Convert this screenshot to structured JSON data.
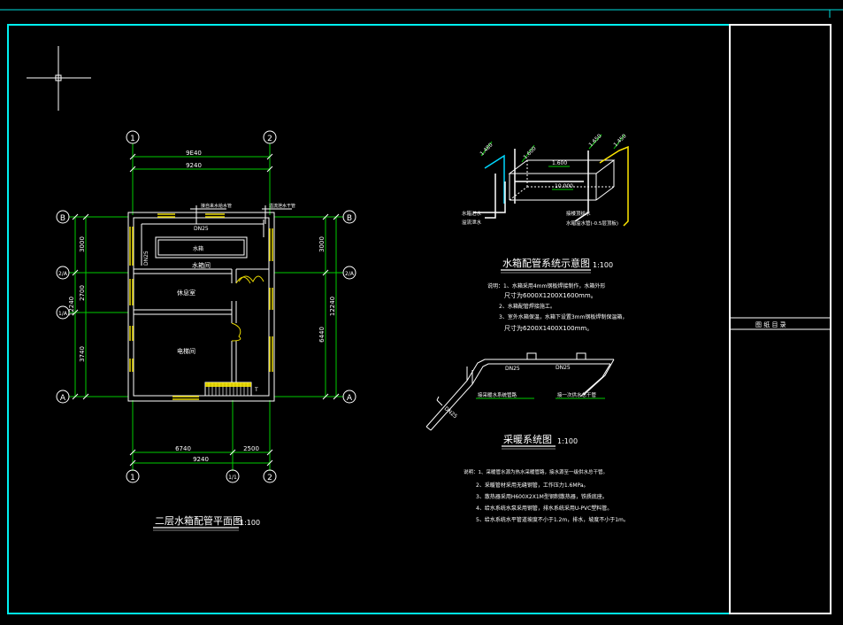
{
  "axis_bubbles": {
    "top_1": "1",
    "top_2": "2",
    "bottom_1": "1",
    "bottom_1_1": "1/1",
    "bottom_2": "2",
    "left_B": "B",
    "left_2A": "2/A",
    "left_1A": "1/A",
    "left_A": "A",
    "right_B": "B",
    "right_2A": "2/A",
    "right_A": "A"
  },
  "plan_dims": {
    "top_dim_1": "9E40",
    "top_dim_2": "9240",
    "bottom_dim_a": "6740",
    "bottom_dim_b": "2500",
    "bottom_dim_total": "9240",
    "left_dim_1": "3000",
    "left_dim_2": "2700",
    "left_dim_3": "3740",
    "left_dim_total": "12240",
    "right_dim_1": "3000",
    "right_dim_2": "6440",
    "right_dim_total": "12240"
  },
  "plan_labels": {
    "pipe_dn25": "DN25",
    "pipe_dn25_vertical": "DN25",
    "tank_text": "水箱",
    "tank_room": "水箱间",
    "lounge": "休息室",
    "elevator_room": "电梯间",
    "note_top_left": "接自来水给水管",
    "note_top_right": "溢流泄水干管",
    "stair_mark": "T"
  },
  "plan_title": "二层水箱配管平面图",
  "plan_scale": "1:100",
  "tank_system": {
    "title": "水箱配管系统示意图",
    "scale": "1:100",
    "elev_1": "1.480",
    "elev_2": "1.600",
    "elev_3": "1.600",
    "elev_4": "1.650",
    "elev_5": "1.450",
    "elev_6": "10.000",
    "label_l1": "水箱进水",
    "label_l2": "溢流泄水",
    "label_r1": "接楼顶给水",
    "label_r2": "水箱溢水管(-0.5层顶板)",
    "notes": [
      "说明：1、水箱采用4mm钢板焊接制作，水箱外形",
      "尺寸为6000X1200X1600mm。",
      "2、水箱配管焊接施工。",
      "3、室外水箱保温，水箱下设置3mm钢板焊制保温箱，",
      "尺寸为6200X1400X100mm。"
    ]
  },
  "heating_system": {
    "title": "采暖系统图",
    "scale": "1:100",
    "pipe_1": "DN25",
    "pipe_2": "DN25",
    "pipe_3": "DN25",
    "label_1": "接采暖水系统管路",
    "label_2": "接一次供水总干管",
    "notes": [
      "说明：1、采暖管水源为热水采暖管路，接水源至一级供水总干管。",
      "2、采暖管材采用无缝钢管，工作压力1.6MPa。",
      "3、散热器采用H600X2X1M型钢制散热器，铁质底座。",
      "4、给水系统水泵采用钢管，排水系统采用U-PVC塑料管。",
      "5、给水系统水平管道坡度不小于1.2m，排水，坡度不小于1m。"
    ]
  },
  "title_block": {
    "text": "图 纸 目 录"
  }
}
